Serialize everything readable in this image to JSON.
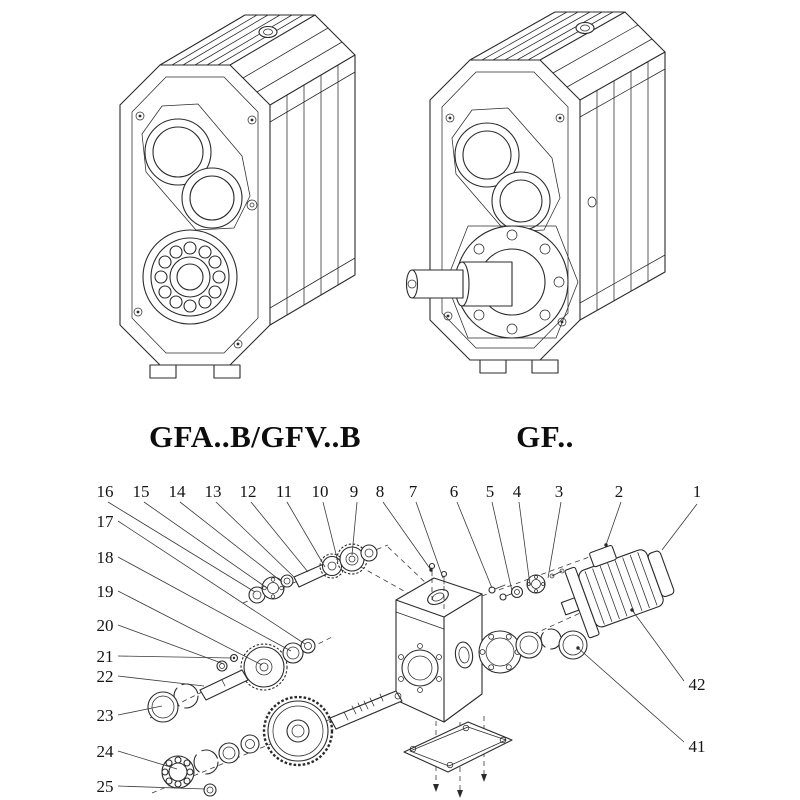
{
  "page": {
    "background": "#ffffff",
    "line_color": "#2b2b2b"
  },
  "models": {
    "left_label": "GFA..B/GFV..B",
    "right_label": "GF.."
  },
  "exploded": {
    "callouts_top": [
      "16",
      "15",
      "14",
      "13",
      "12",
      "11",
      "10",
      "9",
      "8",
      "7",
      "6",
      "5",
      "4",
      "3",
      "2",
      "1"
    ],
    "callouts_left": [
      "17",
      "18",
      "19",
      "20",
      "21",
      "22",
      "23",
      "24",
      "25"
    ],
    "callouts_right": [
      "42",
      "41"
    ]
  }
}
